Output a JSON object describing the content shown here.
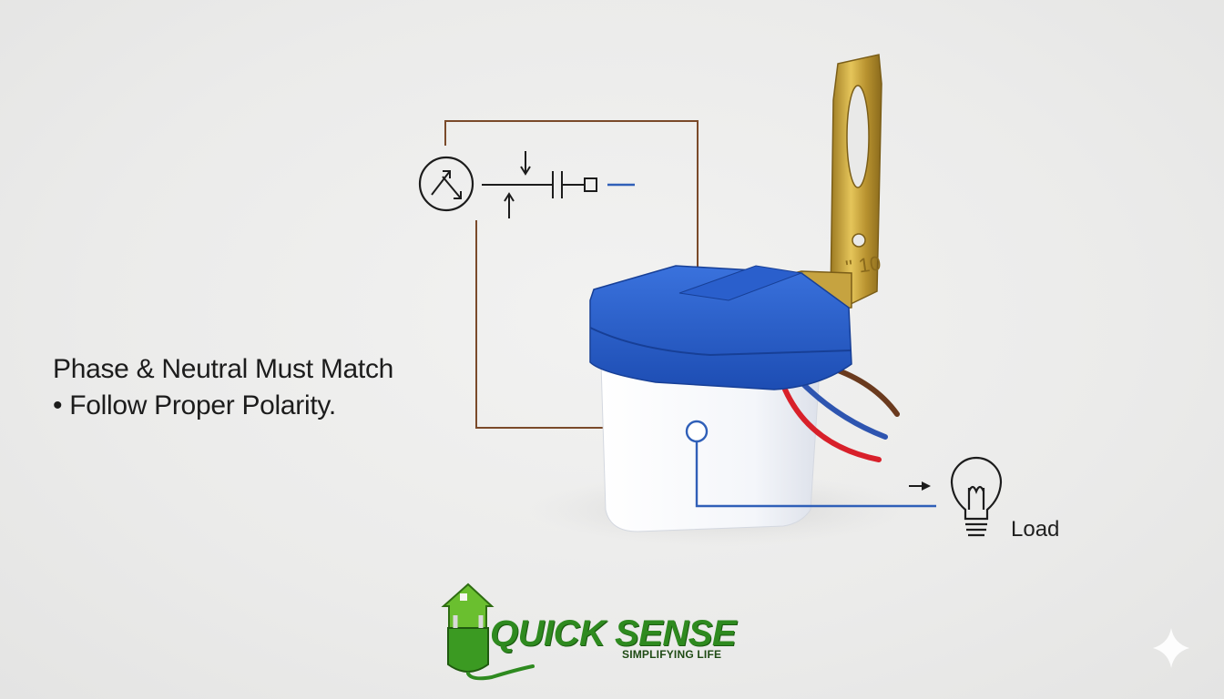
{
  "caption": {
    "line1": "Phase & Neutral Must Match",
    "line2": "• Follow Proper Polarity."
  },
  "load_label": "Load",
  "brand": {
    "name": "QUICK SENSE",
    "tagline": "SIMPLIFYING LIFE"
  },
  "colors": {
    "phase_wire": "#7a4a2a",
    "neutral_wire": "#2f5fb8",
    "sensor_cap": "#2459c4",
    "brand_green": "#2e8a1f",
    "bracket": "#c9a53a"
  },
  "icons": [
    "photocell-symbol-icon",
    "bulb-icon",
    "sparkle-icon",
    "house-plug-logo-icon"
  ]
}
